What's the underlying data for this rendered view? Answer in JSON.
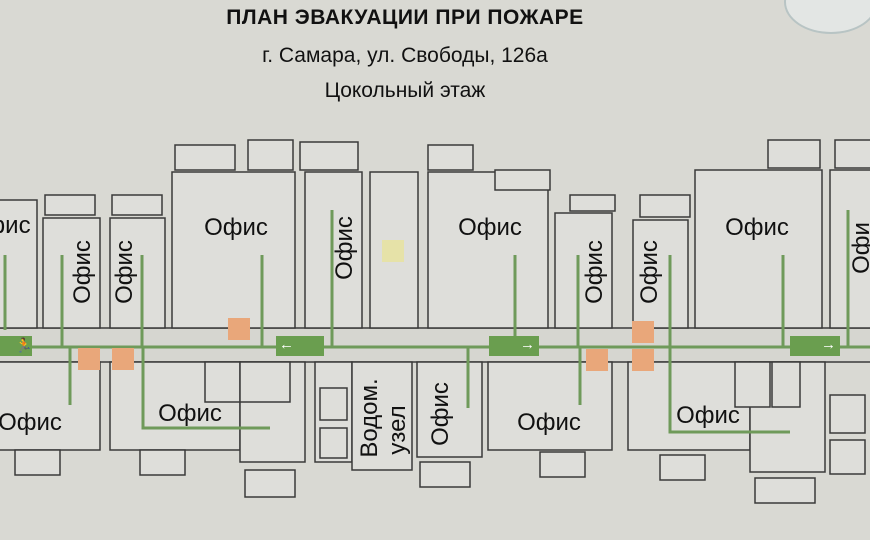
{
  "header": {
    "title": "ПЛАН ЭВАКУАЦИИ ПРИ ПОЖАРЕ",
    "address": "г. Самара, ул. Свободы, 126а",
    "floor": "Цокольный этаж"
  },
  "rooms": {
    "office": "Офис",
    "office_partial": "фис",
    "office_partial_left": "Офи",
    "water_1": "Водом.",
    "water_2": "узел"
  },
  "colors": {
    "background": "#d9d9d3",
    "walls": "#3a3a3a",
    "evac_route": "#6f9a5a",
    "exit_sign": "#6a9e4f",
    "fire_equipment": "#e9a77a",
    "room_fill": "#dededa"
  },
  "icons": [
    "exit-sign-left",
    "exit-sign-right",
    "fire-extinguisher",
    "fire-alarm",
    "electric-panel"
  ]
}
